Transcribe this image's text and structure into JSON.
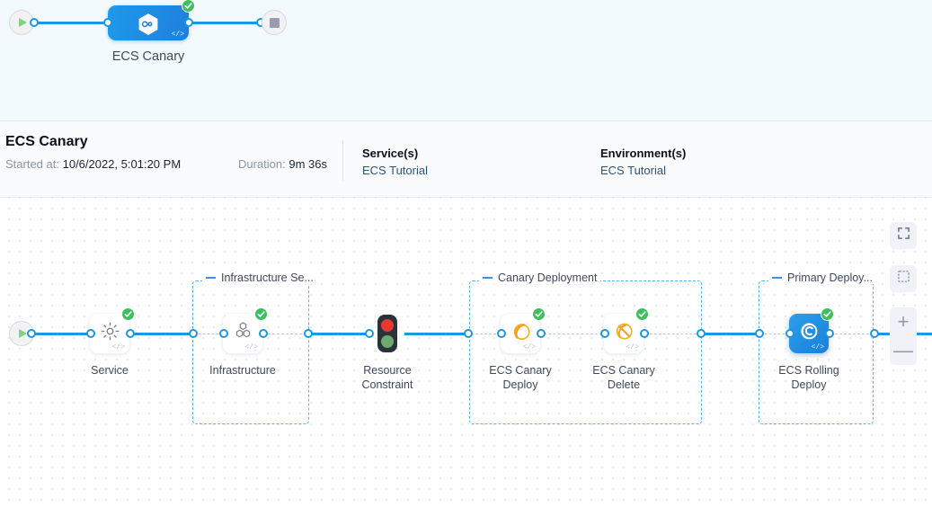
{
  "top_pipeline": {
    "start_icon": "play-icon",
    "end_icon": "stop-icon",
    "node": {
      "label": "ECS Canary",
      "icon": "harness-infinity-hexagon-icon",
      "status": "success",
      "code_glyph": "</>"
    }
  },
  "summary": {
    "title": "ECS Canary",
    "started_label": "Started at:",
    "started_value": "10/6/2022, 5:01:20 PM",
    "duration_label": "Duration:",
    "duration_value": "9m 36s",
    "services_heading": "Service(s)",
    "services_value": "ECS Tutorial",
    "environments_heading": "Environment(s)",
    "environments_value": "ECS Tutorial"
  },
  "graph": {
    "groups": [
      {
        "id": "infrastructure",
        "label": "Infrastructure Se..."
      },
      {
        "id": "canary",
        "label": "Canary Deployment"
      },
      {
        "id": "primary",
        "label": "Primary Deploy..."
      }
    ],
    "nodes": [
      {
        "id": "service",
        "label": "Service",
        "icon": "gear-icon",
        "status": "success",
        "selected": false,
        "code_glyph": "</>"
      },
      {
        "id": "infrastructure",
        "label": "Infrastructure",
        "icon": "hex-cluster-icon",
        "status": "success",
        "selected": false,
        "code_glyph": "</>"
      },
      {
        "id": "resource",
        "label": "Resource\nConstraint",
        "icon": "traffic-light-icon",
        "status": "none",
        "selected": false,
        "code_glyph": ""
      },
      {
        "id": "canary-deploy",
        "label": "ECS Canary\nDeploy",
        "icon": "canary-bird-icon",
        "status": "success",
        "selected": false,
        "code_glyph": "</>"
      },
      {
        "id": "canary-delete",
        "label": "ECS Canary\nDelete",
        "icon": "canary-bird-slash-icon",
        "status": "success",
        "selected": false,
        "code_glyph": "</>"
      },
      {
        "id": "rolling-deploy",
        "label": "ECS Rolling\nDeploy",
        "icon": "ecs-rolling-icon",
        "status": "success",
        "selected": true,
        "code_glyph": "</>"
      }
    ],
    "node_labels": {
      "service": "Service",
      "infrastructure": "Infrastructure",
      "resource_line1": "Resource",
      "resource_line2": "Constraint",
      "canary_deploy_line1": "ECS Canary",
      "canary_deploy_line2": "Deploy",
      "canary_delete_line1": "ECS Canary",
      "canary_delete_line2": "Delete",
      "rolling_line1": "ECS Rolling",
      "rolling_line2": "Deploy"
    }
  },
  "controls": {
    "fullscreen": "fullscreen-icon",
    "fit": "fit-to-screen-icon",
    "zoom_in": "+",
    "zoom_out": "—"
  },
  "colors": {
    "accent_blue": "#1b98e0",
    "node_selected": "#1a7fdc",
    "success_green": "#3fbf5f",
    "group_border": "#4fb8ef",
    "canary_orange": "#f5a623",
    "top_strip_bg": "#f2fafd",
    "summary_bg": "#fafbfc",
    "link_muted": "#c3c9d4"
  }
}
